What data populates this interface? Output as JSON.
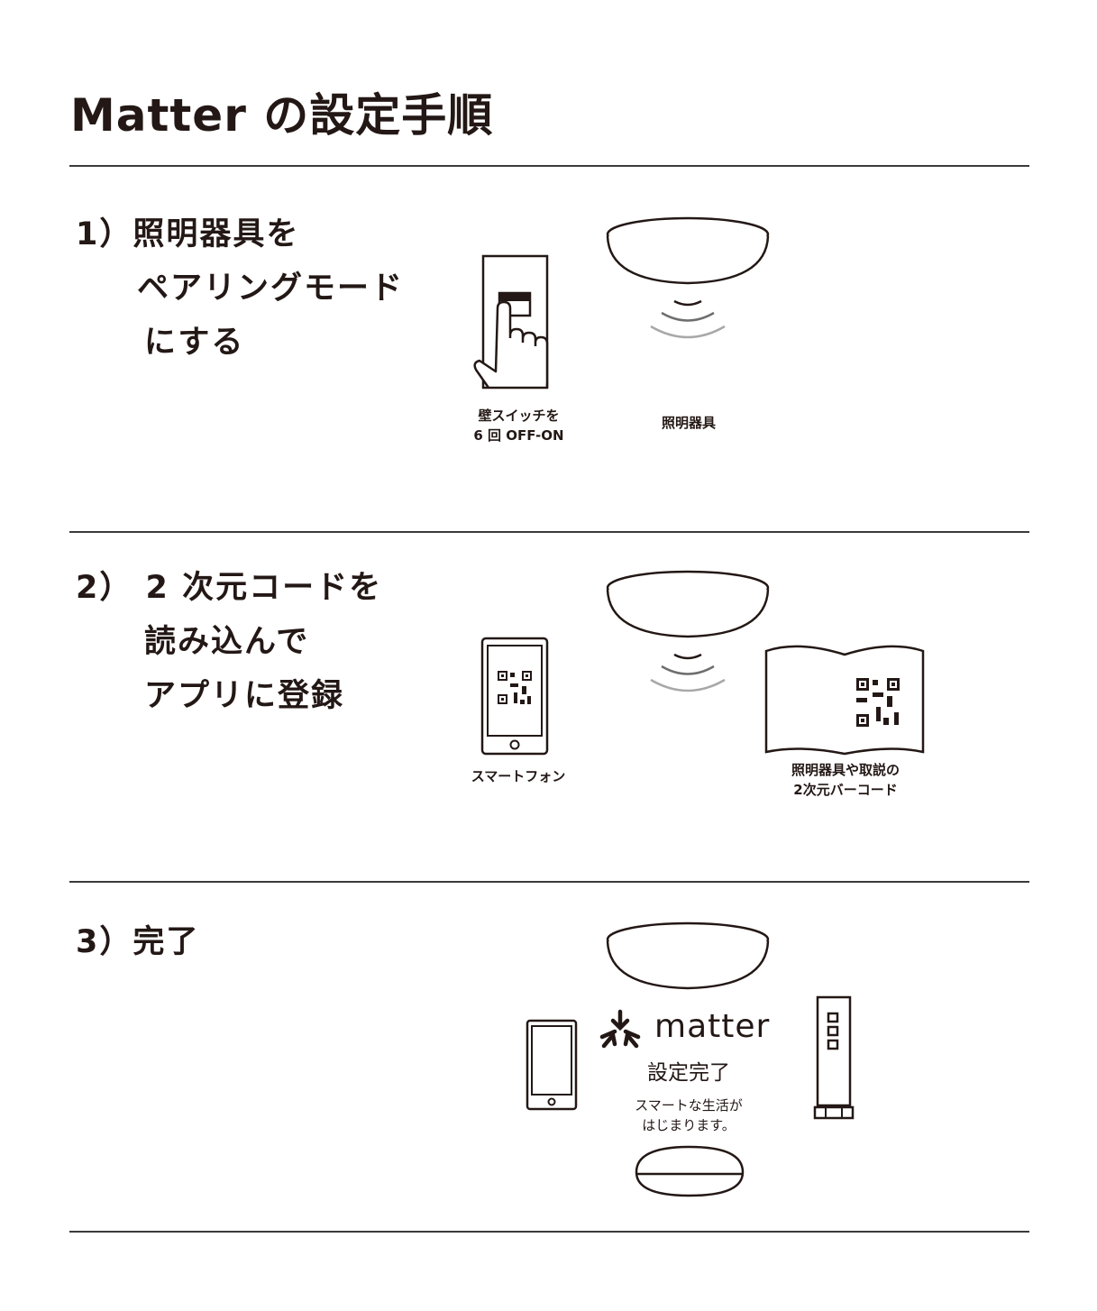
{
  "page_title": "Matter の設定手順",
  "steps": [
    {
      "lines": [
        "1）照明器具を",
        "ペアリングモード",
        "にする"
      ],
      "captions": {
        "switch": [
          "壁スイッチを",
          "6 回 OFF-ON"
        ],
        "light": [
          "照明器具"
        ]
      }
    },
    {
      "lines": [
        "2） 2 次元コードを",
        "読み込んで",
        "アプリに登録"
      ],
      "captions": {
        "phone": [
          "スマートフォン"
        ],
        "manual": [
          "照明器具や取説の",
          "2次元バーコード"
        ]
      }
    },
    {
      "lines": [
        "3）完了"
      ],
      "matter_word": "matter",
      "done_label": "設定完了",
      "done_message": [
        "スマートな生活が",
        "はじまります。"
      ]
    }
  ]
}
